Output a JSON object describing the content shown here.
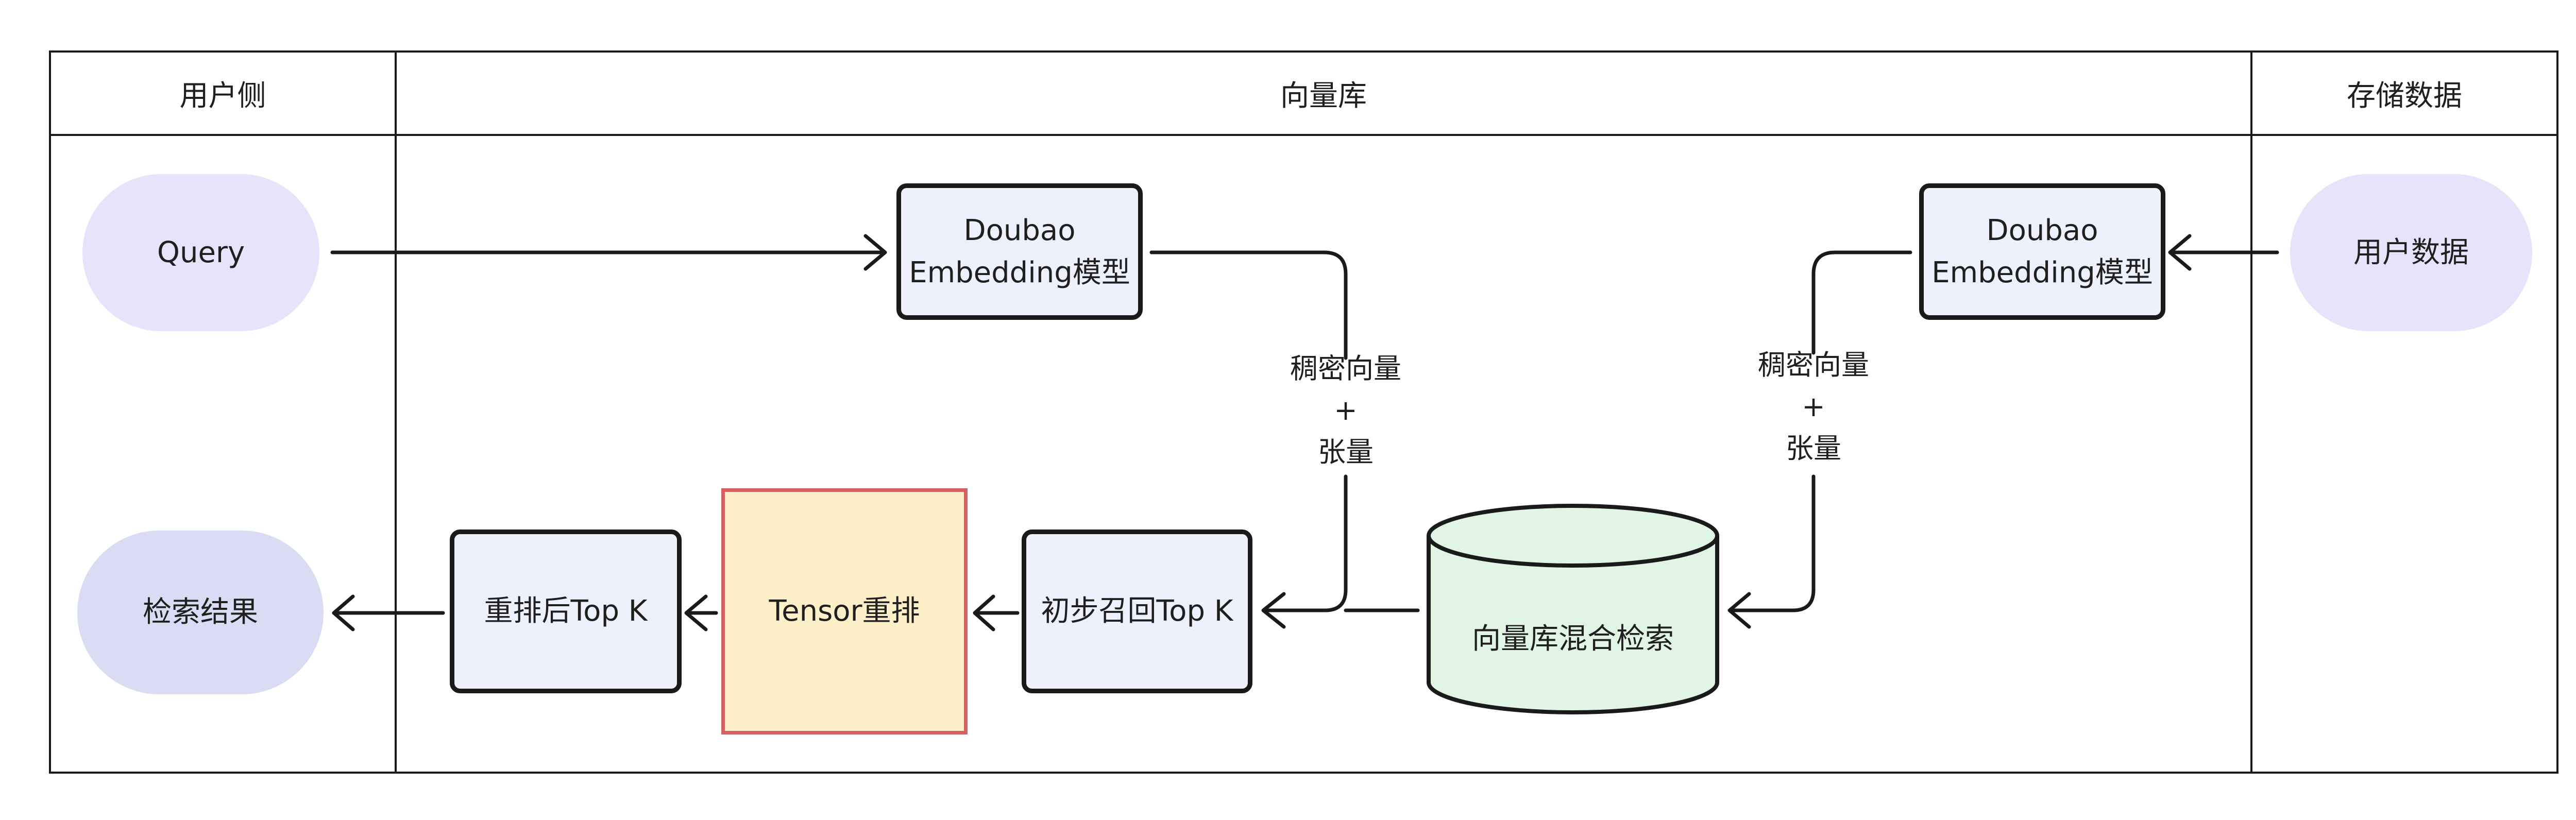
{
  "lanes": {
    "user": "用户侧",
    "vector_db": "向量库",
    "storage": "存储数据"
  },
  "nodes": {
    "query": "Query",
    "doubao_left_line1": "Doubao",
    "doubao_left_line2": "Embedding模型",
    "doubao_right_line1": "Doubao",
    "doubao_right_line2": "Embedding模型",
    "user_data": "用户数据",
    "results": "检索结果",
    "rerank_topk": "重排后Top K",
    "tensor_rerank": "Tensor重排",
    "initial_topk": "初步召回Top K",
    "hybrid_search": "向量库混合检索"
  },
  "edge_labels": {
    "left": {
      "line1": "稠密向量",
      "line2": "+",
      "line3": "张量"
    },
    "right": {
      "line1": "稠密向量",
      "line2": "+",
      "line3": "张量"
    }
  },
  "colors": {
    "pill_purple": "#e9e2fb",
    "pill_blue": "#d9dcf2",
    "box_fill": "#eef1fb",
    "tensor_fill": "#fdf0c9",
    "tensor_border": "#d86060",
    "cylinder_fill": "#e0f5e4"
  }
}
